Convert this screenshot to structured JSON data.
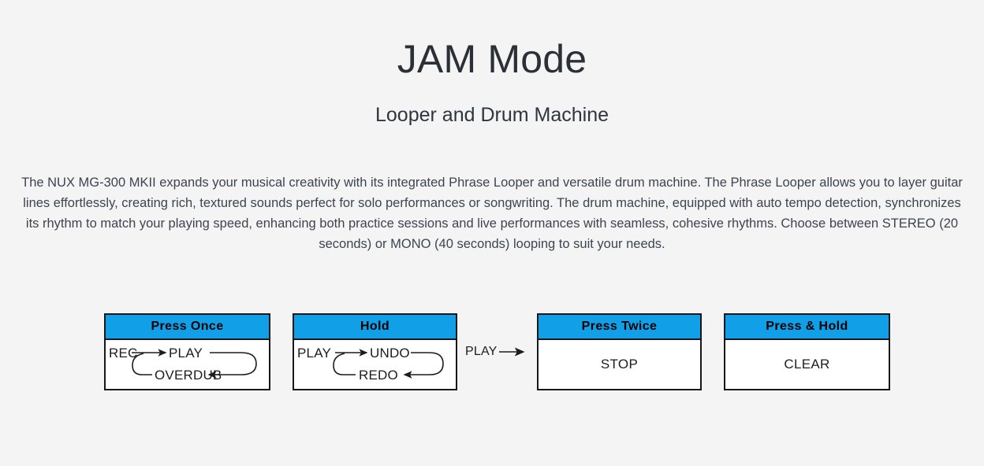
{
  "header": {
    "title": "JAM Mode",
    "subtitle": "Looper and Drum Machine"
  },
  "description": "The NUX MG-300 MKII expands your musical creativity with its integrated Phrase Looper and versatile drum machine. The Phrase Looper allows you to layer guitar lines effortlessly, creating rich, textured sounds perfect for solo performances or songwriting. The drum machine, equipped with auto tempo detection, synchronizes its rhythm to match your playing speed, enhancing both practice sessions and live performances with seamless, cohesive rhythms. Choose between STEREO (20 seconds) or MONO (40 seconds) looping to suit your needs.",
  "colors": {
    "page_background": "#f4f4f4",
    "header_blue": "#11a0e8",
    "box_border": "#16181c",
    "box_background": "#ffffff",
    "body_text": "#3d4450",
    "diagram_text": "#1b1d21"
  },
  "diagram": {
    "type": "flow",
    "boxes": [
      {
        "id": "press-once",
        "header": "Press  Once",
        "body_type": "loop",
        "states": [
          "REC",
          "PLAY",
          "OVERDUB"
        ],
        "transitions": [
          {
            "from": "REC",
            "to": "PLAY"
          },
          {
            "from": "PLAY",
            "to": "OVERDUB"
          },
          {
            "from": "OVERDUB",
            "to": "PLAY"
          }
        ]
      },
      {
        "id": "hold",
        "header": "Hold",
        "body_type": "loop",
        "states": [
          "PLAY",
          "UNDO",
          "REDO"
        ],
        "transitions": [
          {
            "from": "PLAY",
            "to": "UNDO"
          },
          {
            "from": "UNDO",
            "to": "REDO"
          },
          {
            "from": "REDO",
            "to": "UNDO"
          }
        ]
      },
      {
        "id": "press-twice",
        "header": "Press  Twice",
        "body_type": "simple",
        "states": [
          "STOP"
        ]
      },
      {
        "id": "press-hold",
        "header": "Press & Hold",
        "body_type": "simple",
        "states": [
          "CLEAR"
        ]
      }
    ],
    "connector": {
      "label": "PLAY",
      "from_box": "hold",
      "to_box": "press-twice"
    }
  }
}
